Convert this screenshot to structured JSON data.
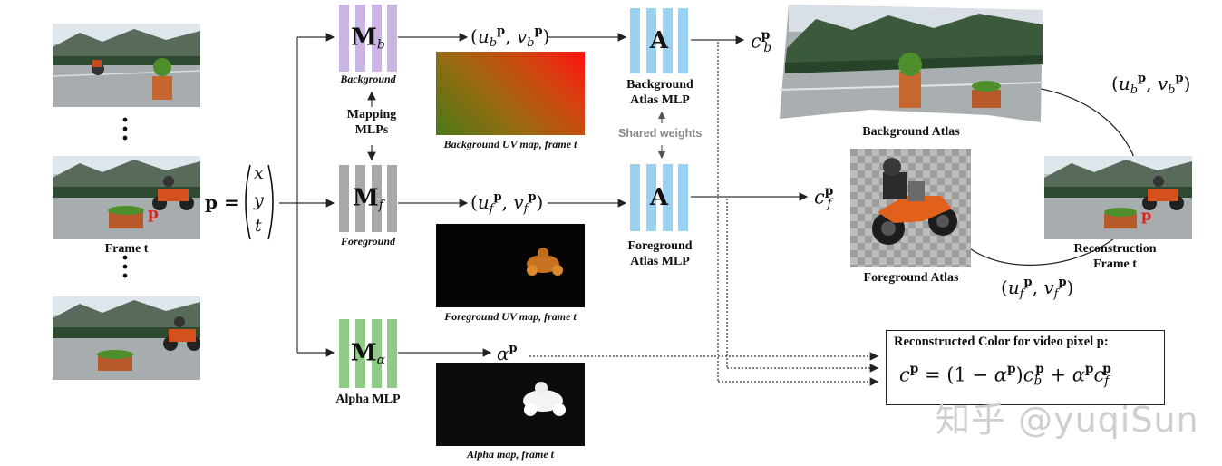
{
  "frames": {
    "frame_t_label": "Frame t",
    "point_label": "p"
  },
  "input": {
    "p_label": "p =",
    "coords": [
      "x",
      "y",
      "t"
    ]
  },
  "mlps": {
    "background": {
      "symbol": "M",
      "sub": "b",
      "caption": "Background"
    },
    "foreground": {
      "symbol": "M",
      "sub": "f",
      "caption": "Foreground"
    },
    "alpha": {
      "symbol": "M",
      "sub": "α",
      "caption": "Alpha MLP"
    },
    "mapping_caption_line1": "Mapping",
    "mapping_caption_line2": "MLPs"
  },
  "uv_outputs": {
    "background": {
      "u": "u",
      "v": "v",
      "sub": "b",
      "sup": "p"
    },
    "foreground": {
      "u": "u",
      "v": "v",
      "sub": "f",
      "sup": "p"
    },
    "alpha": {
      "symbol": "α",
      "sup": "p"
    }
  },
  "maps": {
    "background_caption": "Background UV map, frame t",
    "foreground_caption": "Foreground UV map, frame t",
    "alpha_caption": "Alpha map, frame t"
  },
  "atlas_mlps": {
    "symbol": "A",
    "background_line1": "Background",
    "background_line2": "Atlas MLP",
    "foreground_line1": "Foreground",
    "foreground_line2": "Atlas MLP",
    "shared_weights": "Shared weights"
  },
  "colors_out": {
    "cb": {
      "c": "c",
      "sub": "b",
      "sup": "p"
    },
    "cf": {
      "c": "c",
      "sub": "f",
      "sup": "p"
    }
  },
  "atlases": {
    "background_caption": "Background Atlas",
    "foreground_caption": "Foreground Atlas"
  },
  "reconstruction": {
    "line1": "Reconstruction",
    "line2": "Frame t",
    "uv_b": "(u_b^p, v_b^p)",
    "uv_f": "(u_f^p, v_f^p)"
  },
  "formula_box": {
    "title": "Reconstructed Color for video pixel p:",
    "formula": "c^p = (1 − α^p) c_b^p + α^p c_f^p"
  },
  "watermark": "知乎 @yuqiSun",
  "colors": {
    "mapping_bg": "#c9b6e4",
    "mapping_fg": "#a8a8a8",
    "alpha_mlp": "#8fca86",
    "atlas_mlp": "#9ad0f0",
    "point_red": "#e0201c"
  }
}
